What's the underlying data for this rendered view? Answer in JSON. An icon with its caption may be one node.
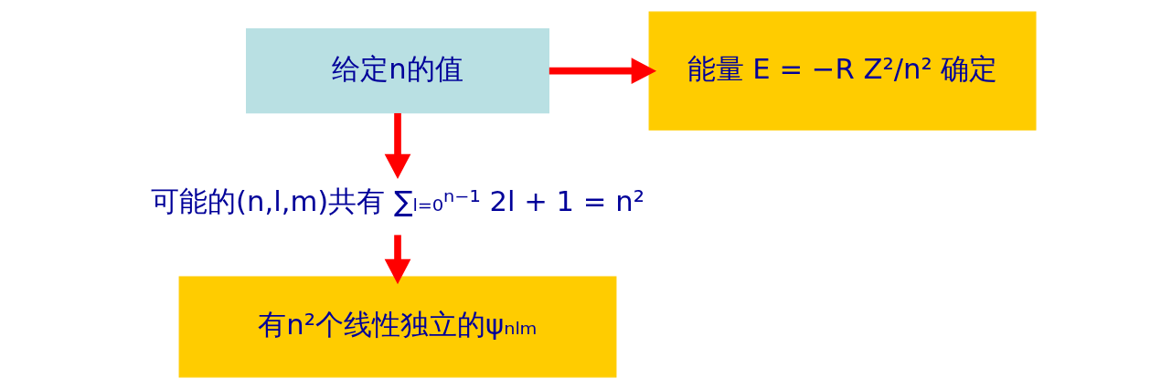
{
  "diagram": {
    "nodes": [
      {
        "text": [
          "给定n的值"
        ]
      },
      {
        "text": [
          "能量 E = −R Z²/n² 确定"
        ]
      },
      {
        "text": [
          "可能的(n,l,m)共有 ∑ₗ₌₀ⁿ⁻¹ 2l + 1 = n²"
        ]
      },
      {
        "text": [
          "有n²个线性独立的ψₙₗₘ"
        ]
      }
    ],
    "edges": [
      {
        "from": 0,
        "to": 1,
        "arrow": "to"
      },
      {
        "from": 0,
        "to": 2,
        "arrow": "to"
      },
      {
        "from": 2,
        "to": 3,
        "arrow": "to"
      }
    ]
  }
}
